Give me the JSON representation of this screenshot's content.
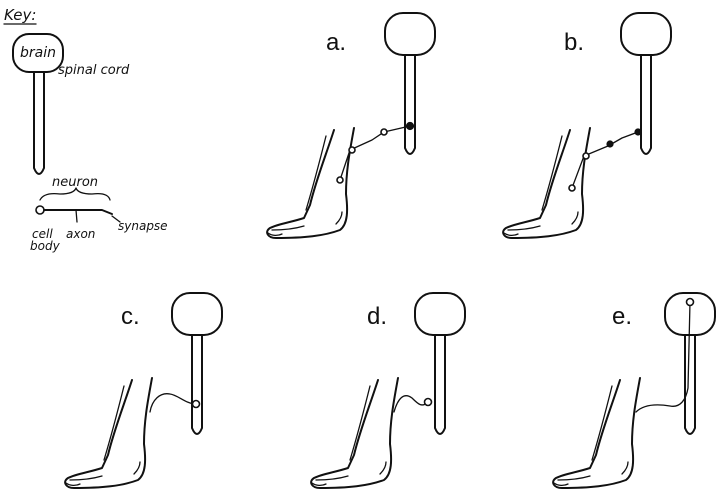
{
  "key": {
    "title": "Key:",
    "brain_label": "brain",
    "spinal_cord_label": "spinal cord",
    "neuron_label": "neuron",
    "cell_body_label_line1": "cell",
    "cell_body_label_line2": "body",
    "axon_label": "axon",
    "synapse_label": "synapse"
  },
  "panels": [
    {
      "label": "a."
    },
    {
      "label": "b."
    },
    {
      "label": "c."
    },
    {
      "label": "d."
    },
    {
      "label": "e."
    }
  ]
}
